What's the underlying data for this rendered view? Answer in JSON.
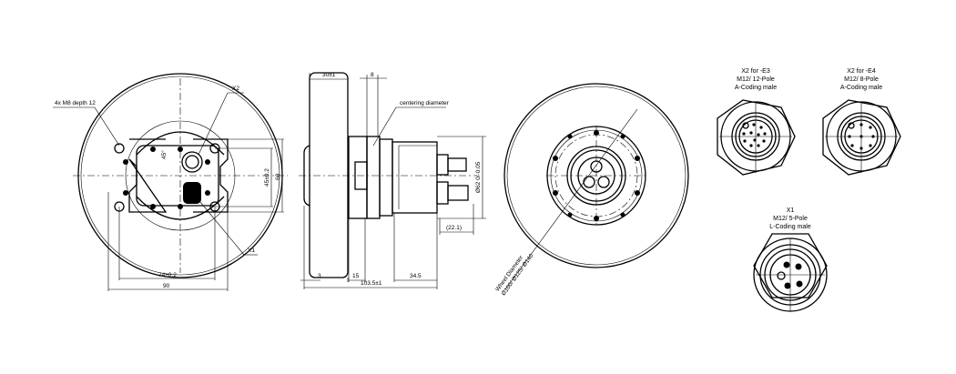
{
  "front_view": {
    "hole_note": "4x M8 depth 12",
    "x2_label": "X2",
    "x1_label": "X1",
    "angle": "45°",
    "dim_45": "45±0.2",
    "dim_60": "60",
    "dim_74": "74±0.2",
    "dim_90": "90"
  },
  "side_view": {
    "dim_30": "30±1",
    "dim_8": "8",
    "centering_note": "centering diameter",
    "dim_62": "Ø62 0/-0.05",
    "dim_22": "(22.1)",
    "dim_3": "3",
    "dim_15": "15",
    "dim_34": "34.5",
    "dim_103": "103.5±1"
  },
  "rear_view": {
    "wheel_label": "Wheel Diameter",
    "wheel_sizes": "Ø100/ Ø125/ Ø140"
  },
  "connectors": [
    {
      "line1": "X2 for -E3",
      "line2": "M12/ 12-Pole",
      "line3": "A-Coding male"
    },
    {
      "line1": "X2 for -E4",
      "line2": "M12/ 8-Pole",
      "line3": "A-Coding male"
    },
    {
      "line1": "X1",
      "line2": "M12/ 5-Pole",
      "line3": "L-Coding male"
    }
  ]
}
